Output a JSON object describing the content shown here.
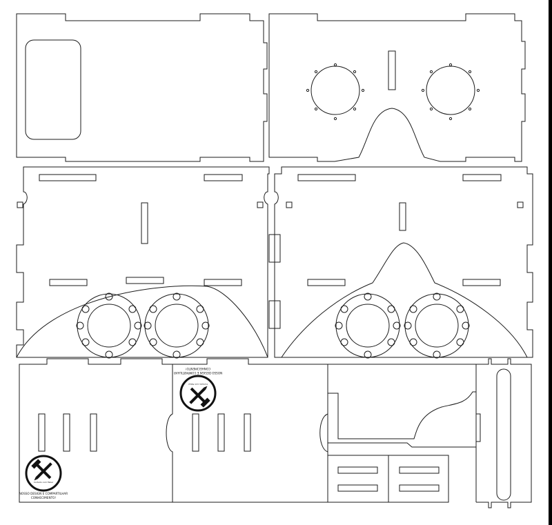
{
  "sheet": {
    "background": "#ffffff",
    "line_color": "#1a1a1a"
  },
  "logo_bottom_left": {
    "small_text": "Cortado com Faber",
    "caption_line1": "NOSSO DESIGN E COMPARTILHAR",
    "caption_line2": "CONHECIMENTO!"
  },
  "logo_top_middle": {
    "small_text": "Cortado com Faber",
    "caption_line1": "NOSSO DESIGN E COMPARTILHAR",
    "caption_line2": "CONHECIMENTO!"
  },
  "icons": {
    "logo": "hammer-pencil-icon"
  }
}
